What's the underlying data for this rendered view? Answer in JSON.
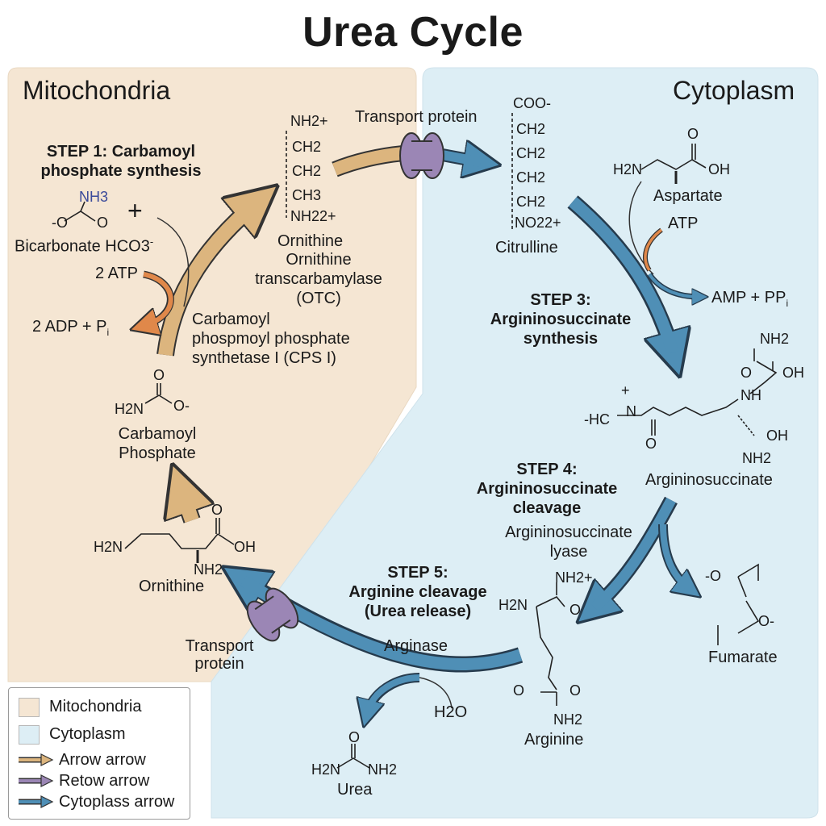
{
  "title": "Urea Cycle",
  "regions": {
    "mitochondria": "Mitochondria",
    "cytoplasm": "Cytoplasm"
  },
  "colors": {
    "mitochondria_fill": "#f5e6d3",
    "cytoplasm_fill": "#ddeef5",
    "tan_arrow": "#dcb57e",
    "blue_arrow": "#4f8fb6",
    "purple_transporter": "#9b86b5",
    "orange_arrow": "#e0884a"
  },
  "step1": {
    "heading_line1": "STEP 1: Carbamoyl",
    "heading_line2": "phosphate synthesis",
    "plus": "+",
    "nh3": "NH3",
    "o_minus": "-O",
    "o_eq": "O",
    "bicarbonate": "Bicarbonate HCO3",
    "bicarbonate_charge": "-",
    "atp": "2 ATP",
    "adp": "2 ADP + P",
    "adp_sub": "i",
    "enzyme_line1": "Carbamoyl",
    "enzyme_line2": "phospmoyl phosphate",
    "enzyme_line3": "synthetase I (CPS I)"
  },
  "carbamoyl_phosphate": {
    "o_top": "O",
    "h2n": "H2N",
    "o_minus": "O-",
    "label_line1": "Carbamoyl",
    "label_line2": "Phosphate"
  },
  "ornithine_top": {
    "nh2plus": "NH2+",
    "ch2a": "CH2",
    "ch2b": "CH2",
    "ch3": "CH3",
    "nh2_2plus": "NH22+",
    "label": "Ornithine"
  },
  "otc": {
    "line1": "Ornithine",
    "line2": "transcarbamylase",
    "line3": "(OTC)"
  },
  "transport_top": "Transport protein",
  "citrulline": {
    "coo": "COO-",
    "ch2a": "CH2",
    "ch2b": "CH2",
    "ch2c": "CH2",
    "ch2d": "CH2",
    "no2": "NO22+",
    "label": "Citrulline"
  },
  "aspartate": {
    "o_top": "O",
    "h2n": "H2N",
    "oh": "OH",
    "label": "Aspartate"
  },
  "step3": {
    "atp": "ATP",
    "amp": "AMP + PP",
    "amp_sub": "i",
    "heading_line1": "STEP 3:",
    "heading_line2": "Argininosuccinate",
    "heading_line3": "synthesis"
  },
  "argininosuccinate": {
    "nh2": "NH2",
    "o": "O",
    "oh1": "OH",
    "nh": "NH",
    "hc": "-HC",
    "n": "N",
    "plus": "+",
    "o_bottom": "O",
    "oh2": "OH",
    "nh2b": "NH2",
    "label": "Argininosuccinate"
  },
  "step4": {
    "heading_line1": "STEP 4:",
    "heading_line2": "Argininosuccinate",
    "heading_line3": "cleavage",
    "enzyme_line1": "Argininosuccinate",
    "enzyme_line2": "lyase"
  },
  "fumarate": {
    "o_minus1": "-O",
    "o_minus2": "O-",
    "label": "Fumarate"
  },
  "step5": {
    "heading_line1": "STEP 5:",
    "heading_line2": "Arginine cleavage",
    "heading_line3": "(Urea release)",
    "enzyme": "Arginase",
    "water": "H2O"
  },
  "arginine": {
    "nh2plus": "NH2+",
    "h2n": "H2N",
    "o1": "O",
    "o2": "O",
    "o3": "O",
    "nh2": "NH2",
    "label": "Arginine"
  },
  "urea": {
    "o": "O",
    "h2n": "H2N",
    "nh2": "NH2",
    "label": "Urea"
  },
  "ornithine_bottom": {
    "o": "O",
    "h2n": "H2N",
    "oh": "OH",
    "nh2": "NH2",
    "label": "Ornithine"
  },
  "transport_bottom": {
    "line1": "Transport",
    "line2": "protein"
  },
  "legend": [
    {
      "label": "Mitochondria",
      "kind": "swatch",
      "color": "#f5e6d3"
    },
    {
      "label": "Cytoplasm",
      "kind": "swatch",
      "color": "#ddeef5"
    },
    {
      "label": "Arrow arrow",
      "kind": "arrow",
      "color": "#dcb57e"
    },
    {
      "label": "Retow arrow",
      "kind": "arrow",
      "color": "#9b86b5"
    },
    {
      "label": "Cytoplass arrow",
      "kind": "arrow",
      "color": "#4f8fb6"
    }
  ]
}
